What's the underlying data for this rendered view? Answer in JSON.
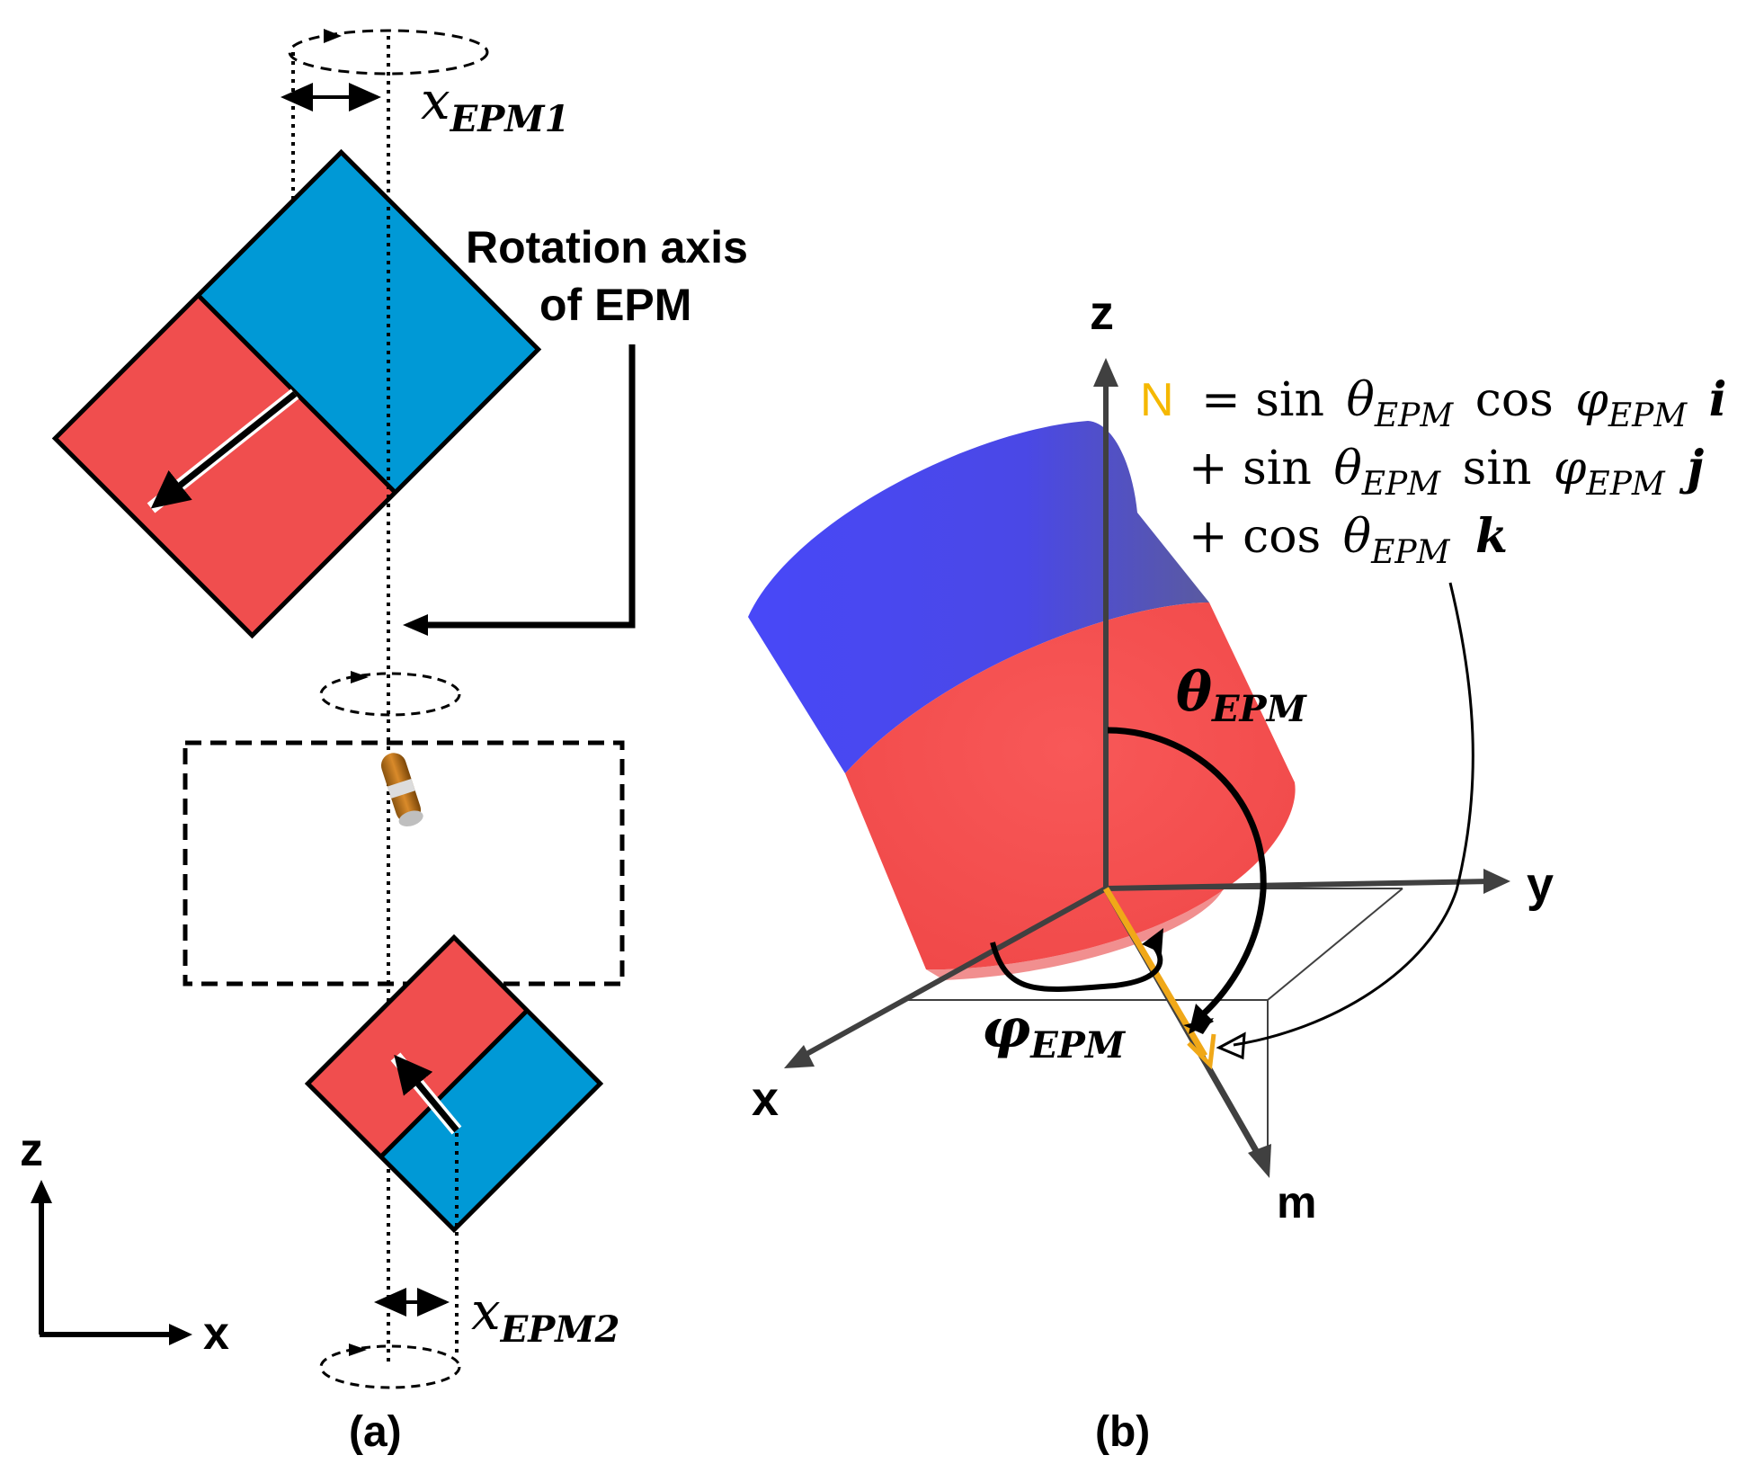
{
  "panel_a": {
    "caption": "(a)",
    "x_epm1_label": {
      "base": "x",
      "sub": "EPM1"
    },
    "x_epm2_label": {
      "base": "x",
      "sub": "EPM2"
    },
    "rotation_axis_label": {
      "line1": "Rotation axis",
      "line2": "of EPM"
    },
    "axis_z": "z",
    "axis_x": "x",
    "colors": {
      "north": "#f05050",
      "south": "#0099d6"
    }
  },
  "panel_b": {
    "caption": "(b)",
    "axis_z": "z",
    "axis_y": "y",
    "axis_x": "x",
    "axis_m": "m",
    "theta_label": {
      "base": "θ",
      "sub": "EPM"
    },
    "phi_label": {
      "base": "φ",
      "sub": "EPM"
    },
    "equation": {
      "lhs": "N",
      "line1": {
        "prefix": "= sin",
        "theta": "θ",
        "theta_sub": "EPM",
        "mid": "cos",
        "phi": "φ",
        "phi_sub": "EPM",
        "vec": "i"
      },
      "line2": {
        "prefix": "+ sin",
        "theta": "θ",
        "theta_sub": "EPM",
        "mid": "sin",
        "phi": "φ",
        "phi_sub": "EPM",
        "vec": "j"
      },
      "line3": {
        "prefix": "+ cos",
        "theta": "θ",
        "theta_sub": "EPM",
        "vec": "k"
      }
    },
    "colors": {
      "top": "#4646f5",
      "bottom": "#f45050",
      "n_vector": "#f0a818",
      "n_label": "#f5b800",
      "axes": "#404040"
    }
  }
}
